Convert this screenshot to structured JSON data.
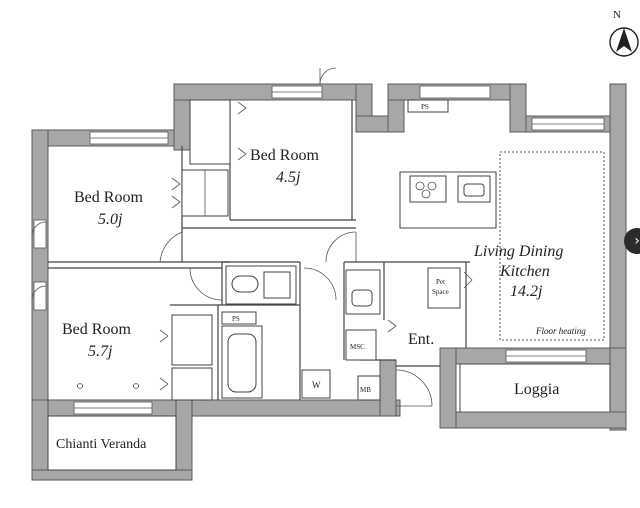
{
  "compass": {
    "letter": "N",
    "icon": "north-arrow-icon"
  },
  "rooms": {
    "bed_a": {
      "name": "Bed Room",
      "size": "4.5j"
    },
    "bed_b": {
      "name": "Bed Room",
      "size": "5.0j"
    },
    "bed_c": {
      "name": "Bed Room",
      "size": "5.7j"
    },
    "ldk_line1": "Living Dining",
    "ldk_line2": "Kitchen",
    "ldk_size": "14.2j",
    "floor_heating": "Floor heating",
    "entrance": "Ent.",
    "loggia": "Loggia",
    "veranda": "Chianti Veranda"
  },
  "tags": {
    "ps": "PS",
    "msc": "MSC",
    "mb": "MB",
    "w": "W",
    "pet_line1": "Pet",
    "pet_line2": "Space"
  },
  "nav": {
    "next_icon": "chevron-right-icon"
  }
}
